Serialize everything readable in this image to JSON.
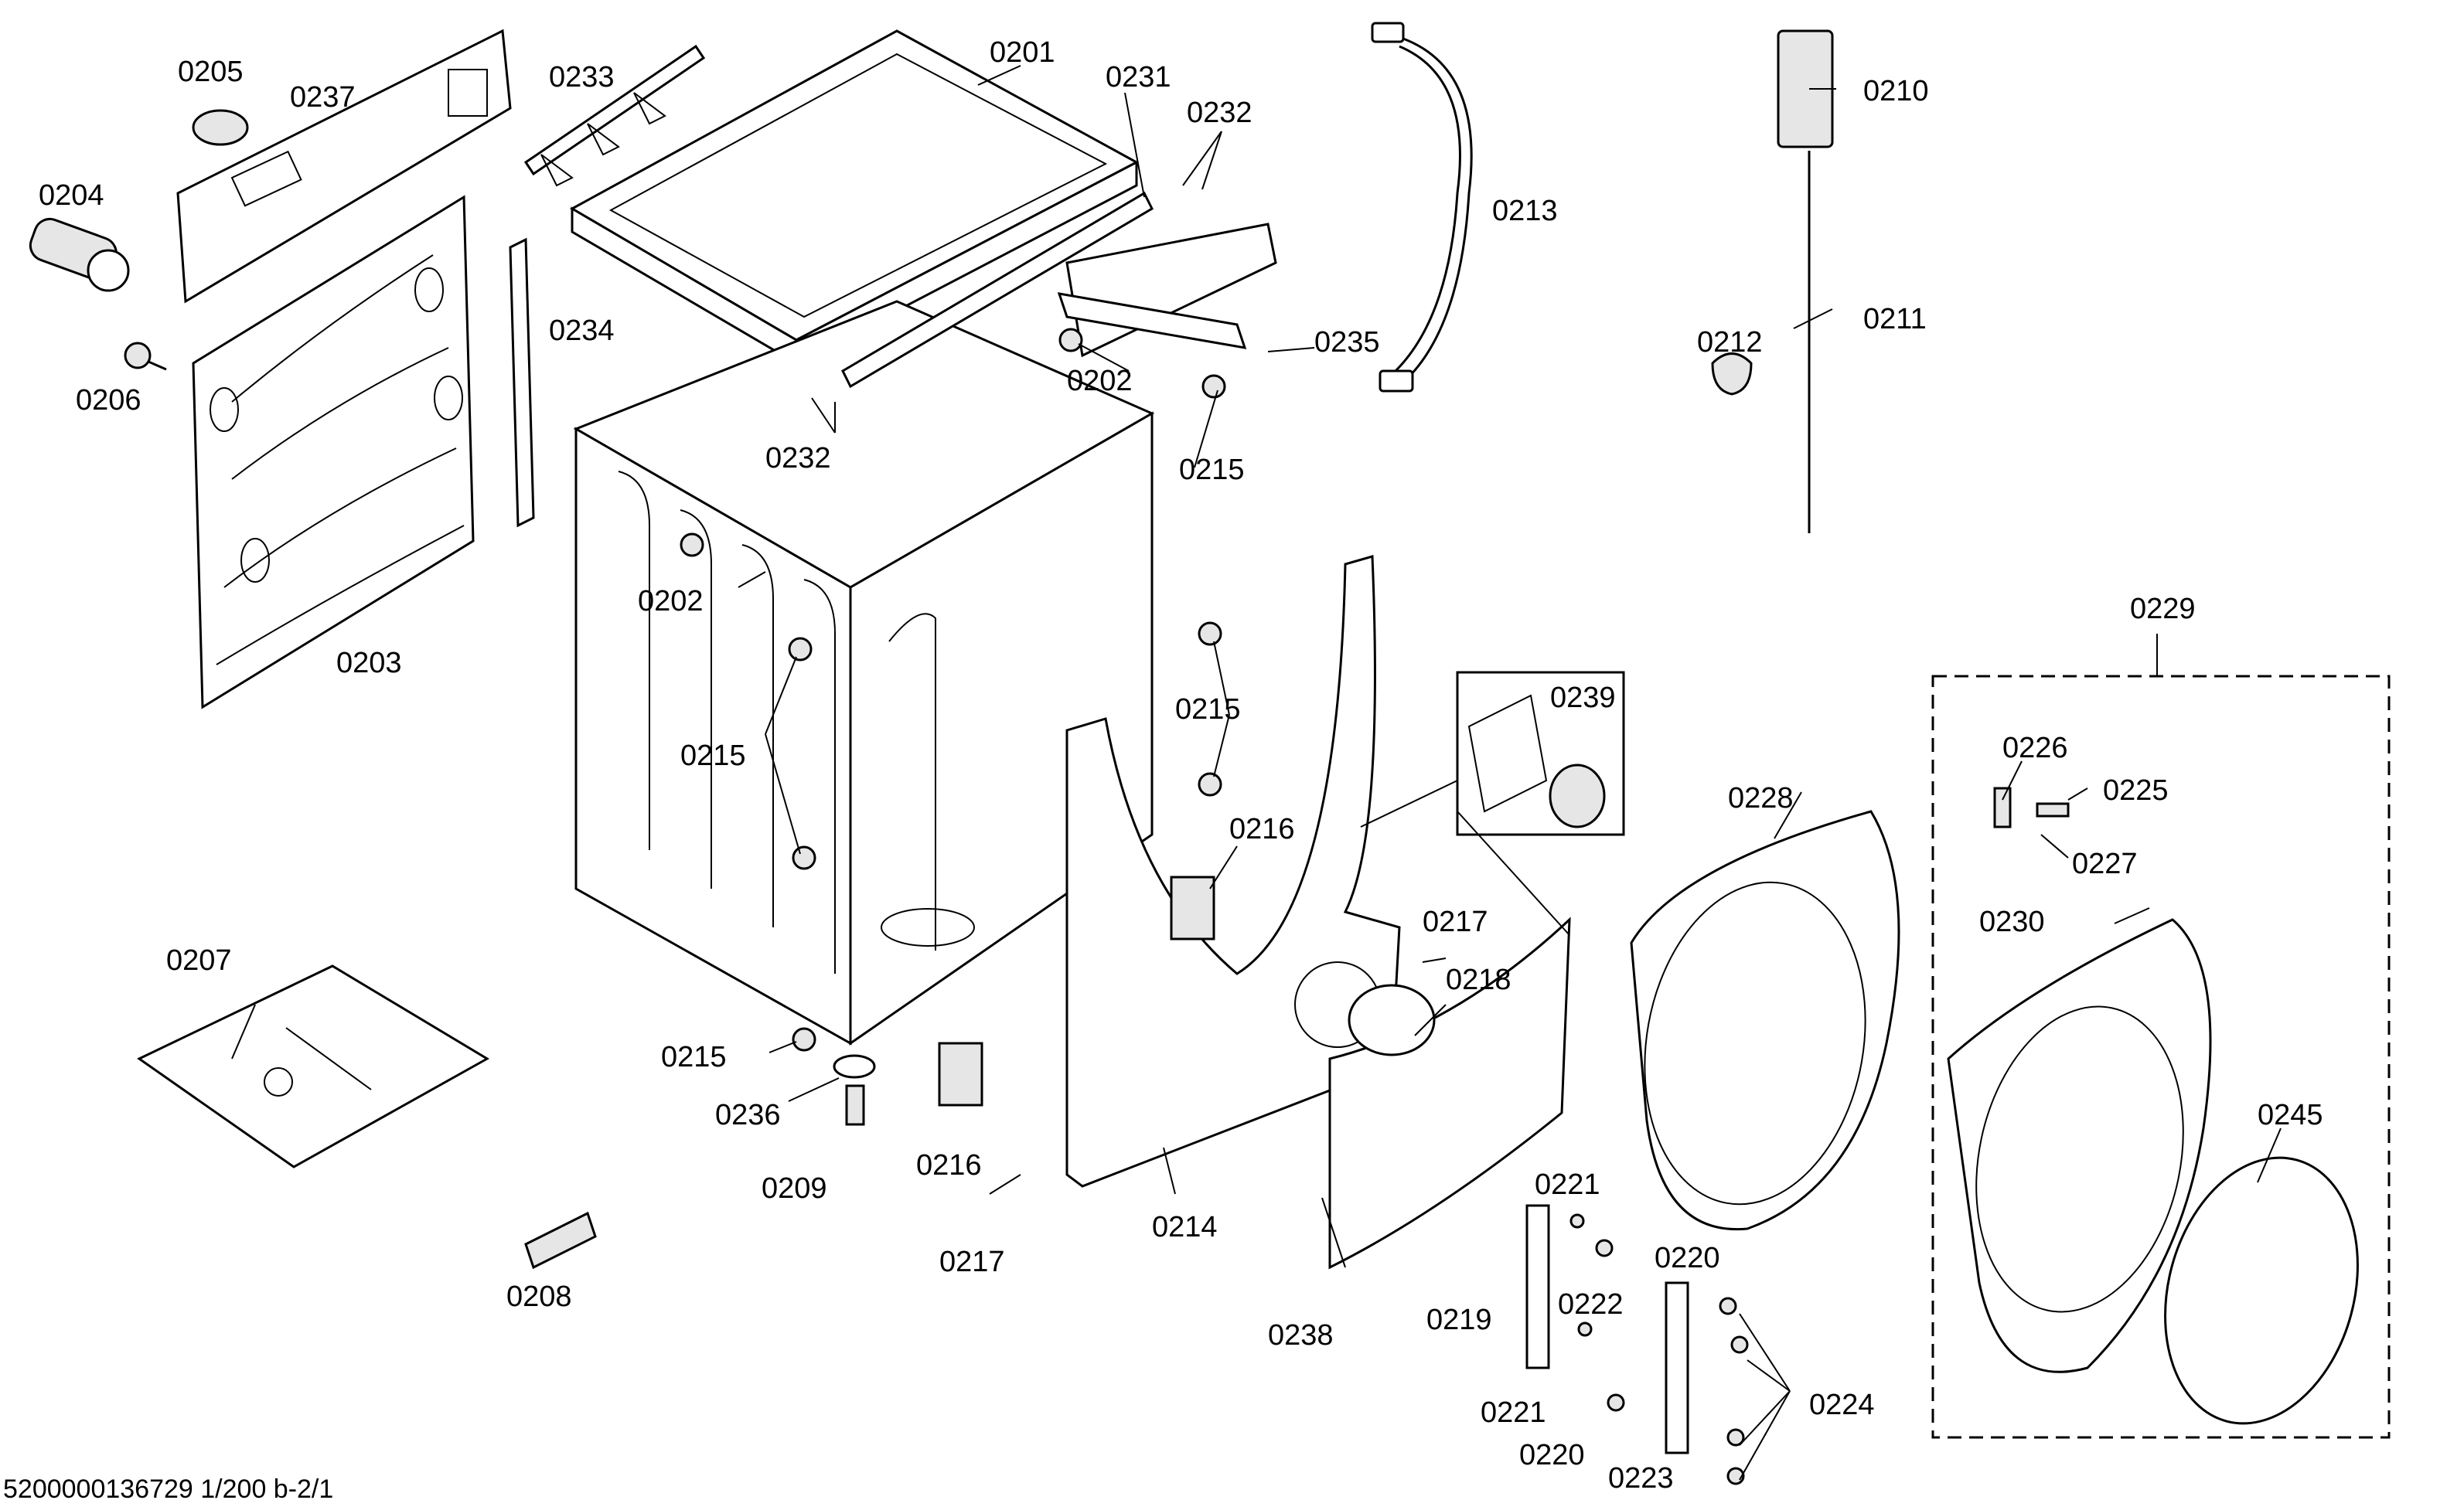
{
  "labels": {
    "p0201": "0201",
    "p0202a": "0202",
    "p0202b": "0202",
    "p0203": "0203",
    "p0204": "0204",
    "p0205": "0205",
    "p0206": "0206",
    "p0207": "0207",
    "p0208": "0208",
    "p0209": "0209",
    "p0210": "0210",
    "p0211": "0211",
    "p0212": "0212",
    "p0213": "0213",
    "p0214": "0214",
    "p0215a": "0215",
    "p0215b": "0215",
    "p0215c": "0215",
    "p0215d": "0215",
    "p0216a": "0216",
    "p0216b": "0216",
    "p0217a": "0217",
    "p0217b": "0217",
    "p0218": "0218",
    "p0219": "0219",
    "p0220a": "0220",
    "p0220b": "0220",
    "p0221a": "0221",
    "p0221b": "0221",
    "p0222": "0222",
    "p0223": "0223",
    "p0224": "0224",
    "p0225": "0225",
    "p0226": "0226",
    "p0227": "0227",
    "p0228": "0228",
    "p0229": "0229",
    "p0230": "0230",
    "p0231": "0231",
    "p0232a": "0232",
    "p0232b": "0232",
    "p0233": "0233",
    "p0234": "0234",
    "p0235": "0235",
    "p0236": "0236",
    "p0237": "0237",
    "p0238": "0238",
    "p0239": "0239",
    "p0245": "0245"
  },
  "footer": {
    "text": "5200000136729    1/200 b-2/1"
  }
}
